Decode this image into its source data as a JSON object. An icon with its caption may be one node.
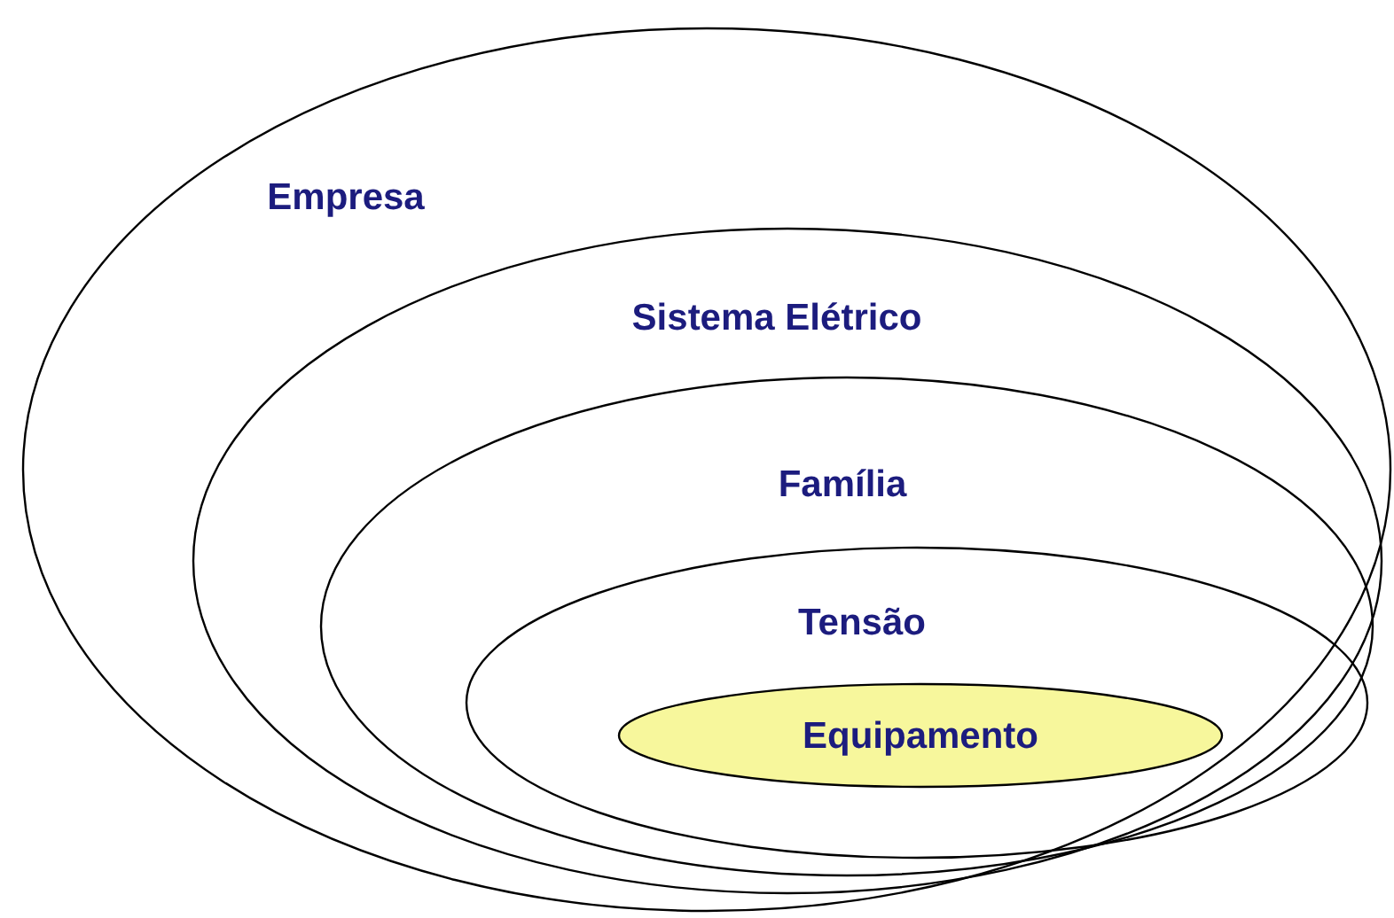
{
  "diagram": {
    "nodes": [
      {
        "text": [
          "Empresa"
        ]
      },
      {
        "text": [
          "Sistema Elétrico"
        ],
        "in": 0
      },
      {
        "text": [
          "Família"
        ],
        "in": 1
      },
      {
        "text": [
          "Tensão"
        ],
        "in": 2
      },
      {
        "text": [
          "Equipamento"
        ],
        "in": 3
      }
    ]
  }
}
